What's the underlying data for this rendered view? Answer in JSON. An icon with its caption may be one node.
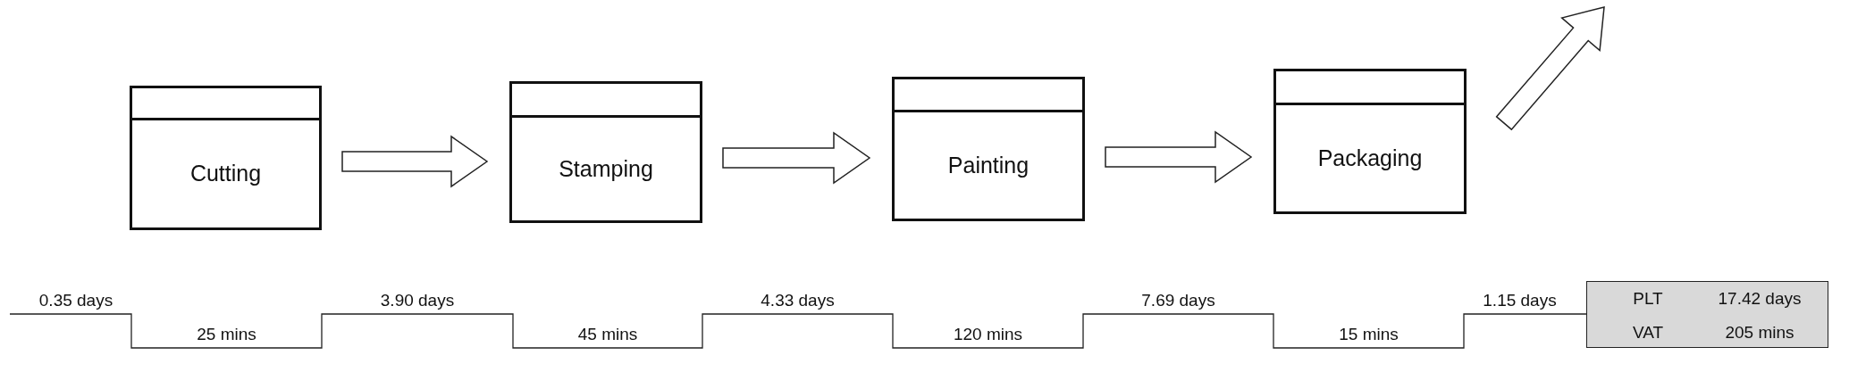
{
  "diagram": {
    "nodes": [
      {
        "text": [
          "Cutting"
        ]
      },
      {
        "text": [
          "Stamping"
        ]
      },
      {
        "text": [
          "Painting"
        ]
      },
      {
        "text": [
          "Packaging"
        ]
      },
      {
        "text": [
          "PLT",
          "17.42 days",
          "VAT",
          "205 mins"
        ]
      }
    ],
    "edges": [
      {
        "from": 0,
        "to": 1,
        "arrow": "to"
      },
      {
        "from": 1,
        "to": 2,
        "arrow": "to"
      },
      {
        "from": 2,
        "to": 3,
        "arrow": "to"
      },
      {
        "from": 3,
        "to": null,
        "arrow": "to"
      }
    ],
    "labels": [
      "0.35 days",
      "25 mins",
      "3.90 days",
      "45 mins",
      "4.33 days",
      "120 mins",
      "7.69 days",
      "15 mins",
      "1.15 days"
    ]
  }
}
